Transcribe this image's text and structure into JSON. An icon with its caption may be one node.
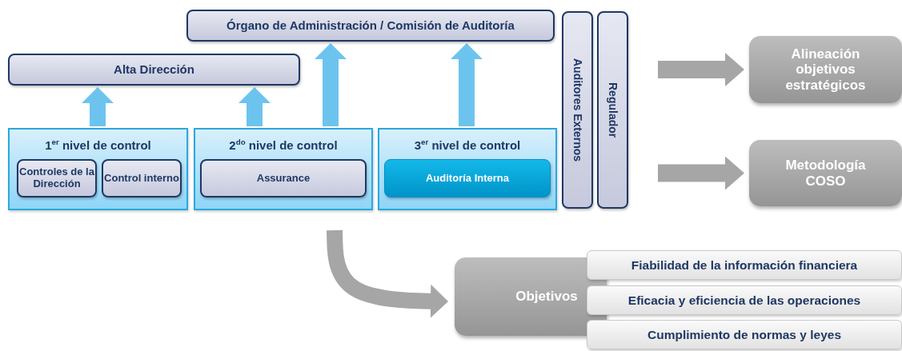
{
  "diagram": {
    "nodes": [
      {
        "text": [
          "Órgano de Administración / Comisión de Auditoría"
        ]
      },
      {
        "text": [
          "Alta Dirección"
        ]
      },
      {
        "text": [
          "1$^{er}$ nivel de control"
        ]
      },
      {
        "text": [
          "Controles de la Dirección"
        ],
        "in": 2
      },
      {
        "text": [
          "Control interno"
        ],
        "in": 2
      },
      {
        "text": [
          "2$^{do}$ nivel de control"
        ]
      },
      {
        "text": [
          "Assurance"
        ],
        "in": 5
      },
      {
        "text": [
          "3$^{er}$ nivel de control"
        ]
      },
      {
        "text": [
          "Auditoría Interna"
        ],
        "in": 7
      },
      {
        "text": [
          "Auditores Externos"
        ]
      },
      {
        "text": [
          "Regulador"
        ]
      },
      {
        "text": [
          "Alineación objetivos estratégicos"
        ]
      },
      {
        "text": [
          "Metodología COSO"
        ]
      },
      {
        "text": [
          "Objetivos"
        ]
      },
      {
        "text": [
          "Fiabilidad de la información financiera"
        ]
      },
      {
        "text": [
          "Eficacia y eficiencia de las operaciones"
        ]
      },
      {
        "text": [
          "Cumplimiento de normas y leyes"
        ]
      }
    ],
    "edges": [
      {
        "from": 2,
        "to": 1,
        "arrow": "to"
      },
      {
        "from": 5,
        "to": 1,
        "arrow": "to"
      },
      {
        "from": 5,
        "to": 0,
        "arrow": "to"
      },
      {
        "from": 7,
        "to": 0,
        "arrow": "to"
      },
      {
        "from": null,
        "to": 11,
        "arrow": "to",
        "color": "#a6a6a6"
      },
      {
        "from": null,
        "to": 12,
        "arrow": "to",
        "color": "#a6a6a6"
      },
      {
        "from": null,
        "to": 13,
        "arrow": "to",
        "color": "#a6a6a6"
      }
    ]
  }
}
